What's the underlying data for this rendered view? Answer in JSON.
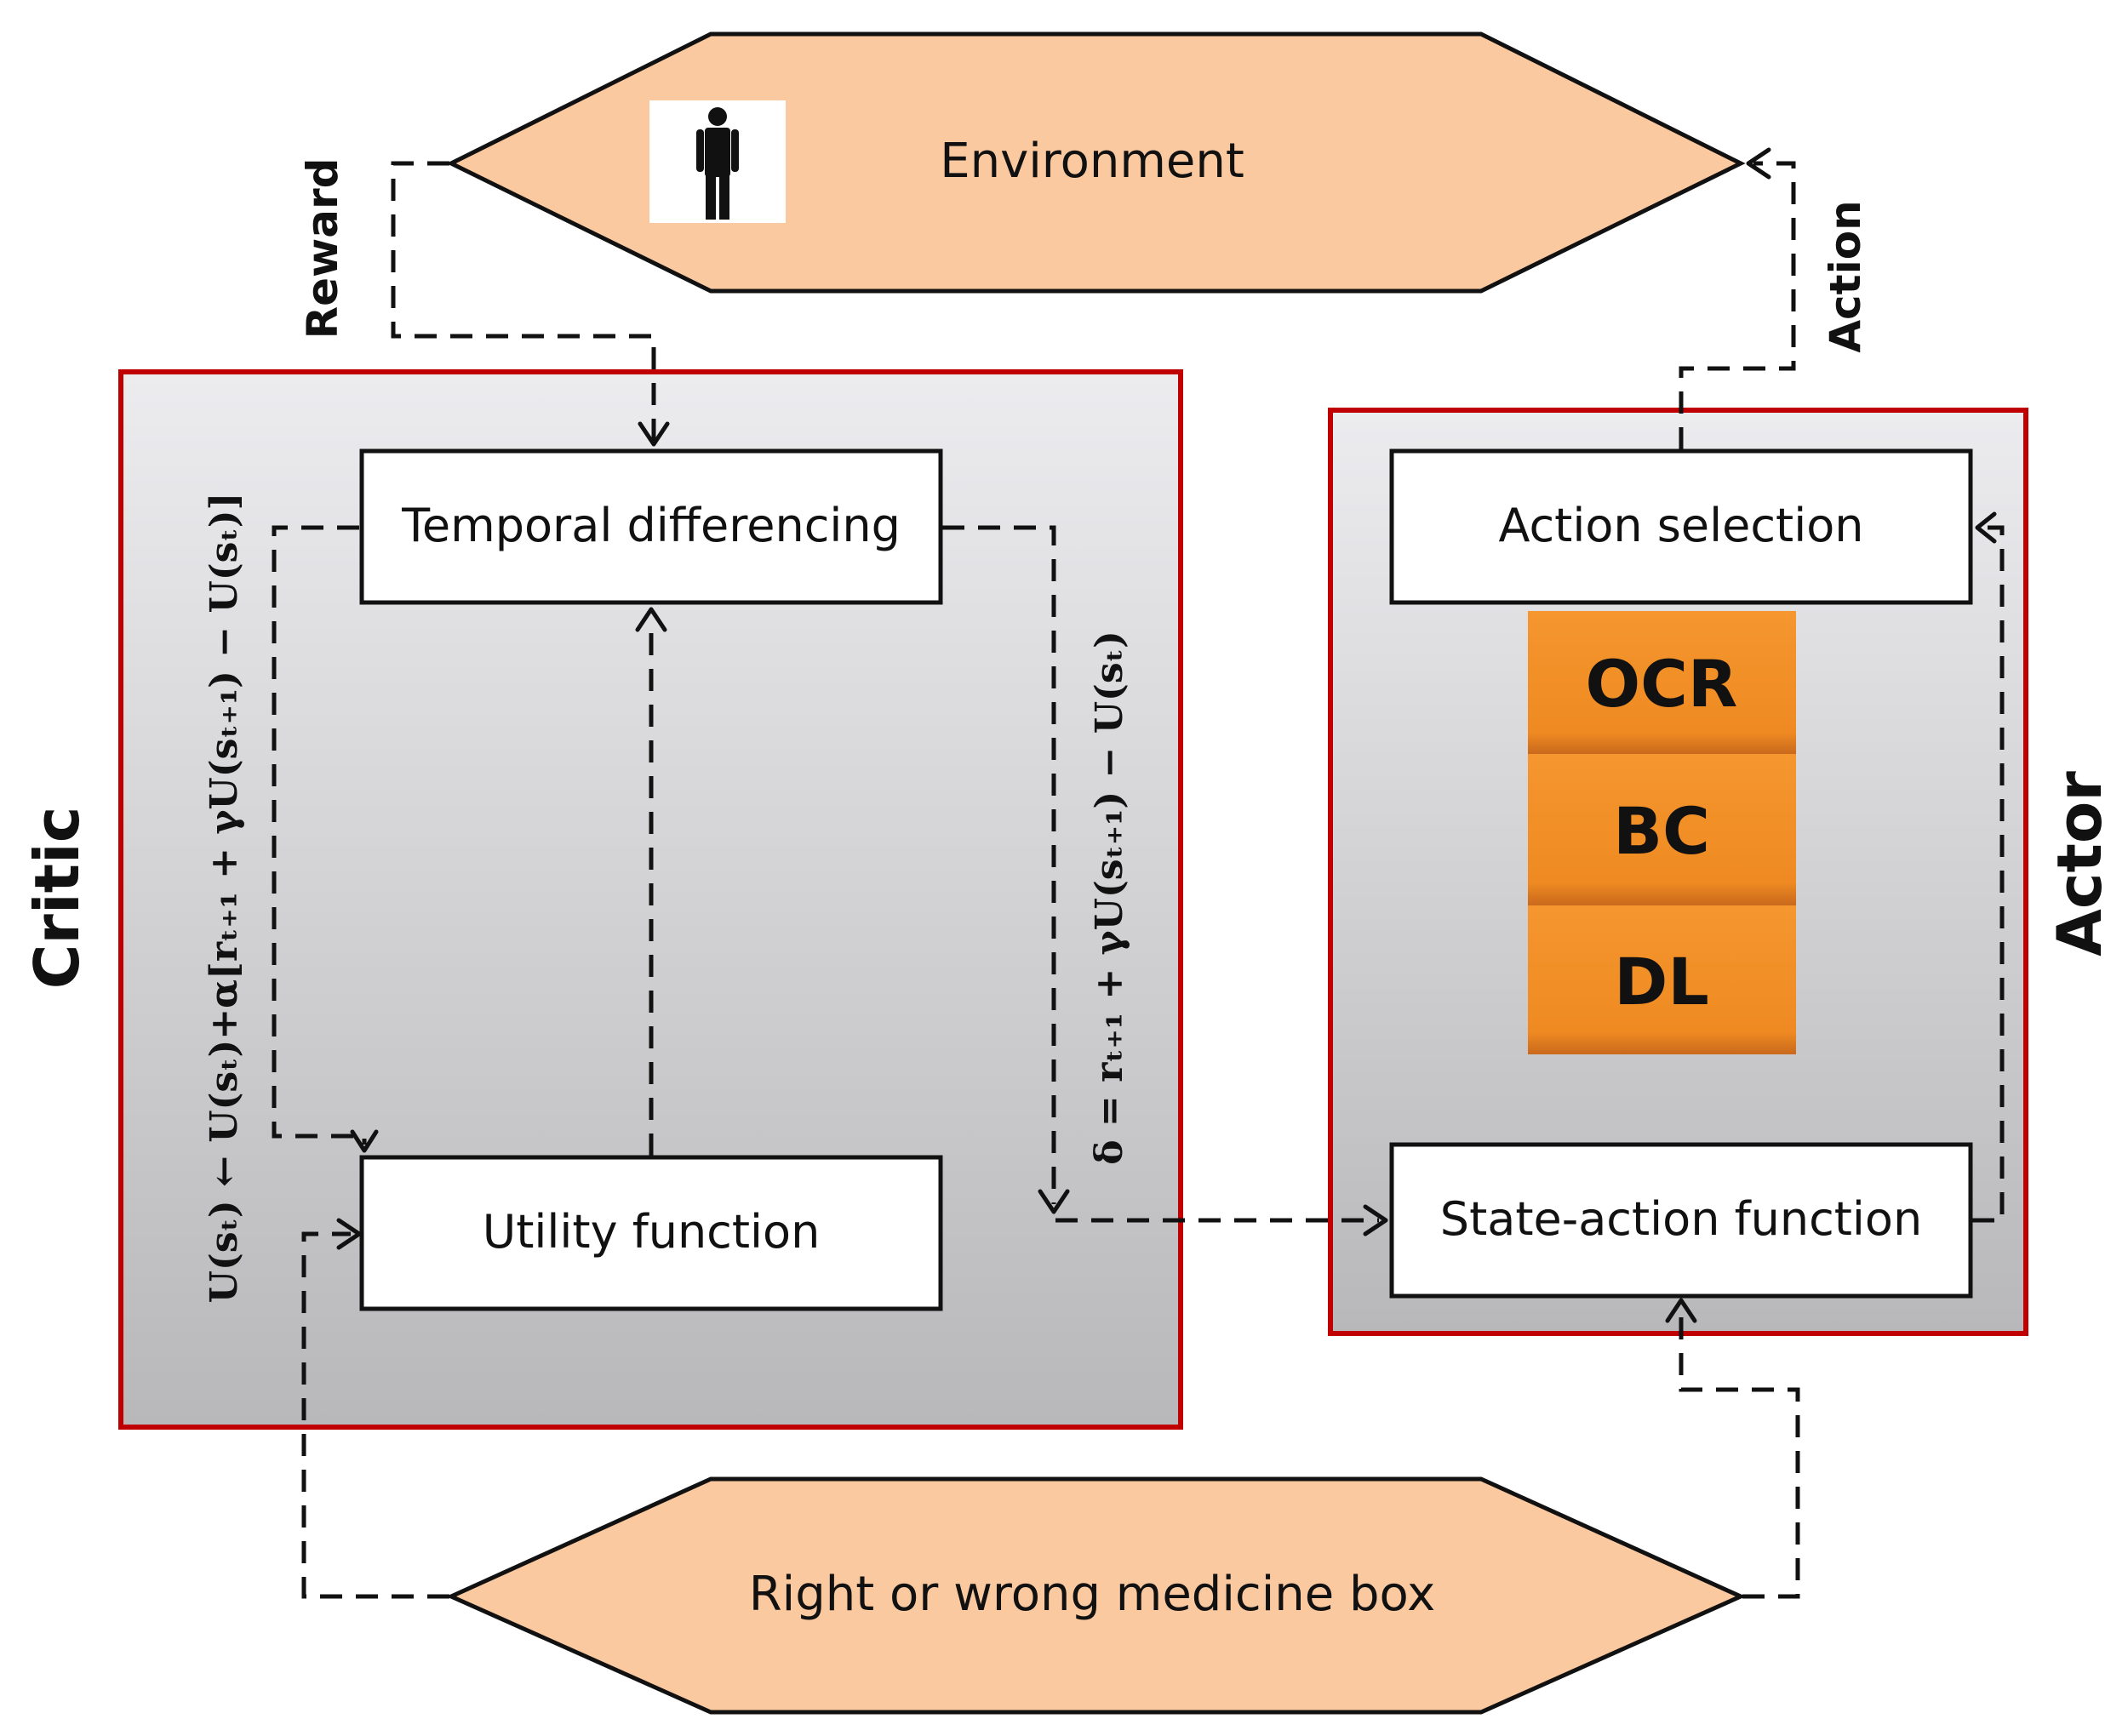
{
  "environment": {
    "label": "Environment",
    "icon": "person-icon"
  },
  "medicine_box": {
    "label": "Right or wrong medicine box"
  },
  "critic": {
    "title": "Critic",
    "temporal_differencing": "Temporal differencing",
    "utility_function": "Utility function",
    "update_equation": "U(sₜ) ← U(sₜ)+α[rₜ₊₁ + γU(sₜ₊₁) − U(sₜ)]"
  },
  "actor": {
    "title": "Actor",
    "action_selection": "Action selection",
    "state_action_function": "State-action function",
    "methods": [
      "OCR",
      "BC",
      "DL"
    ]
  },
  "edges": {
    "reward": "Reward",
    "action": "Action",
    "td_error": "δ = rₜ₊₁ + γU(sₜ₊₁) − U(sₜ)"
  },
  "colors": {
    "hexagon_fill": "#fbc9a0",
    "panel_border": "#c00000",
    "method_fill": "#f08a24",
    "panel_top": "#ececef",
    "panel_bottom": "#b8b8ba"
  }
}
